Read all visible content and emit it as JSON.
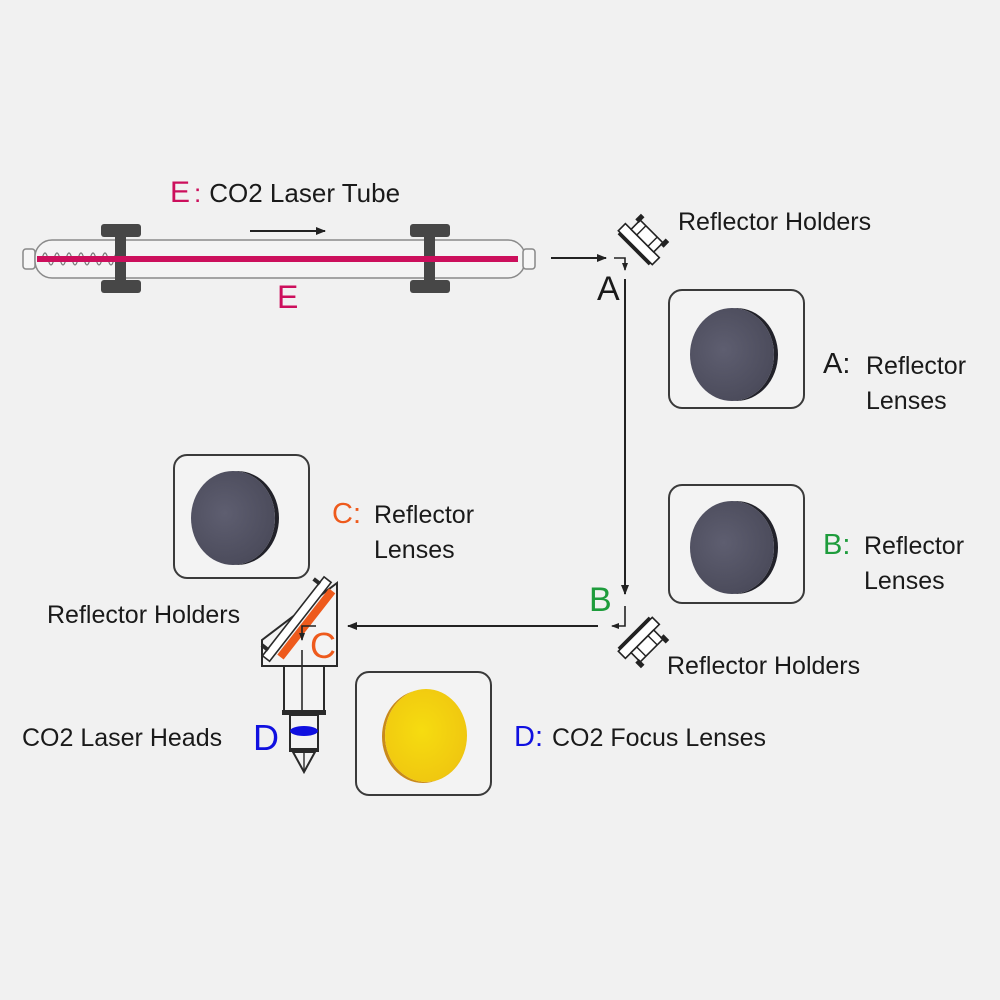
{
  "colors": {
    "E": "#cc0f5c",
    "A": "#1a1a1a",
    "B": "#1e9c3c",
    "C": "#ee5a1c",
    "D": "#1010e0",
    "text": "#1a1a1a",
    "background": "#f1f1f1"
  },
  "tube": {
    "title_prefix": "E",
    "title_sep": ":",
    "title": "CO2 Laser Tube",
    "beam_letter": "E"
  },
  "holder_a": {
    "label": "Reflector Holders",
    "letter": "A"
  },
  "lens_a": {
    "prefix": "A:",
    "line1": "Reflector",
    "line2": "Lenses",
    "color_name": "grey"
  },
  "lens_b": {
    "prefix": "B:",
    "line1": "Reflector",
    "line2": "Lenses",
    "color_name": "grey"
  },
  "holder_b": {
    "label": "Reflector Holders",
    "letter": "B"
  },
  "lens_c": {
    "prefix": "C:",
    "line1": "Reflector",
    "line2": "Lenses",
    "color_name": "grey"
  },
  "holder_c": {
    "label": "Reflector Holders",
    "letter": "C"
  },
  "head": {
    "label": "CO2 Laser Heads",
    "letter": "D"
  },
  "lens_d": {
    "prefix": "D:",
    "text": "CO2 Focus Lenses",
    "color_name": "gold"
  }
}
